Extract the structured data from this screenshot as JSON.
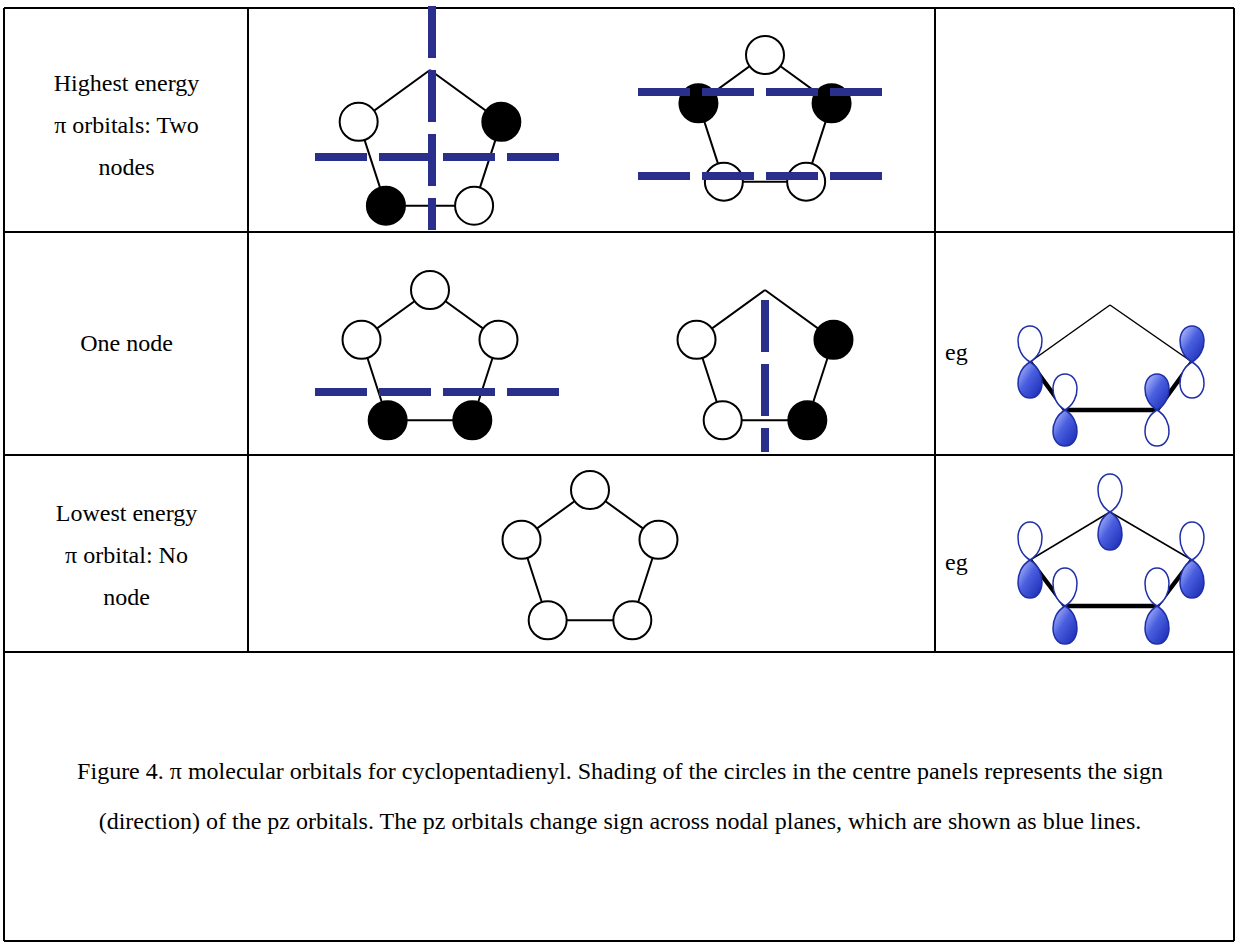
{
  "diagram": {
    "caption": "Figure 4. π molecular orbitals for cyclopentadienyl. Shading of the circles in the centre panels represents the sign (direction) of the pz orbitals. The pz orbitals change sign across nodal planes, which are shown as blue lines.",
    "labels": [
      "Highest energy π orbitals: Two nodes",
      "One node",
      "eg",
      "Lowest energy π orbital: No node",
      "eg"
    ]
  }
}
